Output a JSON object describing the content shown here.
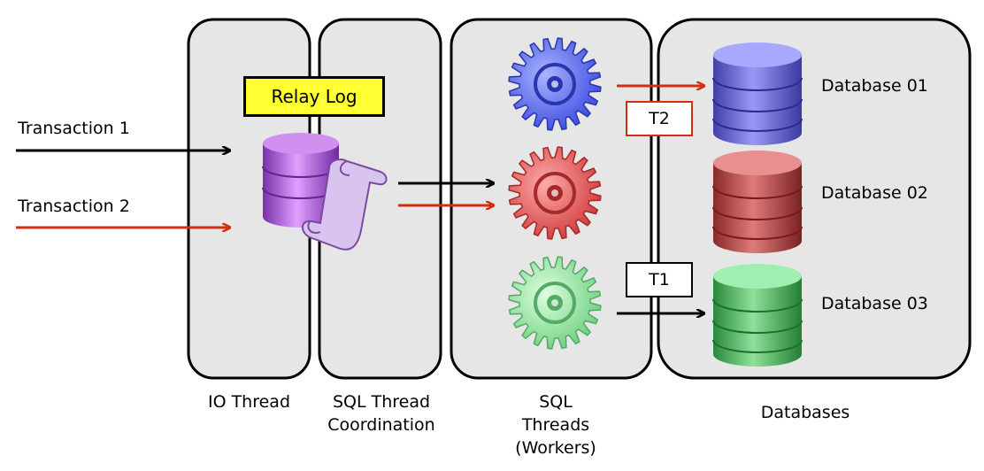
{
  "inputs": {
    "transaction_1": "Transaction 1",
    "transaction_2": "Transaction 2"
  },
  "relay_log": "Relay Log",
  "panels": {
    "io_thread": "IO Thread",
    "sql_thread_coordination": [
      "SQL Thread",
      "Coordination"
    ],
    "sql_threads_workers": [
      "SQL",
      "Threads",
      "(Workers)"
    ],
    "databases": "Databases"
  },
  "databases": [
    {
      "name": "Database 01",
      "color": "#6666dd"
    },
    {
      "name": "Database 02",
      "color": "#cc5555"
    },
    {
      "name": "Database 03",
      "color": "#55bb66"
    }
  ],
  "workers": [
    {
      "icon": "gear-icon",
      "color": "#5566ee"
    },
    {
      "icon": "gear-icon",
      "color": "#dd5555"
    },
    {
      "icon": "gear-icon",
      "color": "#77dd88"
    }
  ],
  "tags": {
    "t2": "T2",
    "t1": "T1"
  },
  "colors": {
    "transaction_1": "#000000",
    "transaction_2": "#d03010",
    "relay_log_fill": "#ffff33",
    "panel_fill": "#e6e6e6",
    "relay_db": "#b060d8"
  }
}
